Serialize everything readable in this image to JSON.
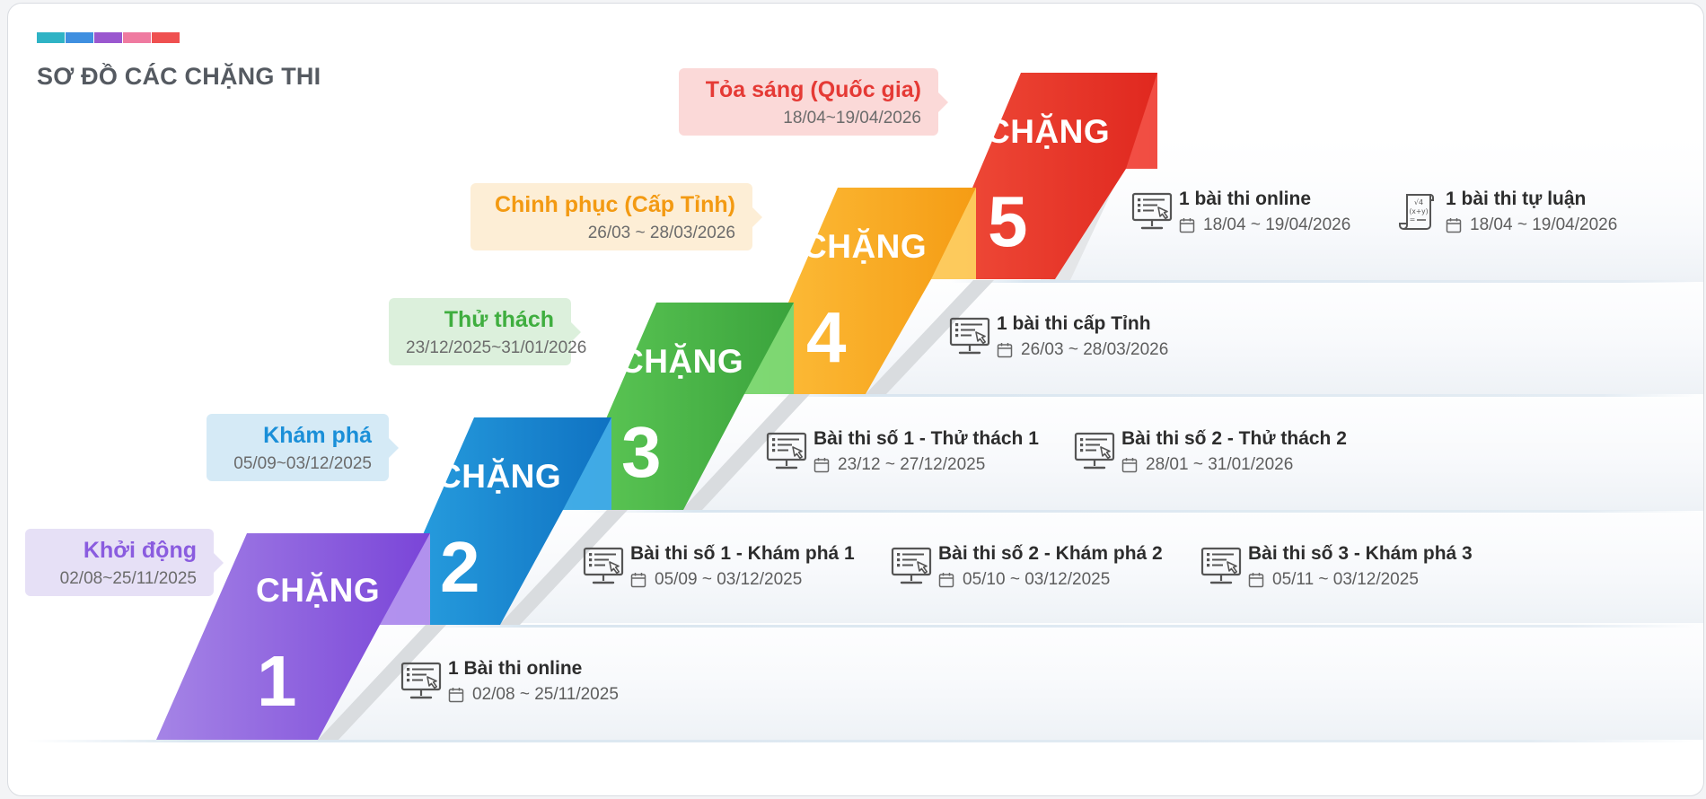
{
  "page_title": "SƠ ĐỒ CÁC CHẶNG THI",
  "colors": {
    "title_bar": [
      "#2fb3c5",
      "#3f8fe0",
      "#9a57cf",
      "#ef7aa0",
      "#ef5050"
    ],
    "stage1": "#8a5cdf",
    "stage2": "#1f88d4",
    "stage3": "#4bb648",
    "stage4": "#f8ac22",
    "stage5": "#ec3830"
  },
  "stages": [
    {
      "word": "CHẶNG",
      "number": "1",
      "callout": {
        "name": "Khởi động",
        "date": "02/08~25/11/2025",
        "name_color": "#8a5cdf",
        "bg": "#e6e0f6"
      },
      "exams": [
        {
          "title": "1 Bài thi online",
          "date": "02/08 ~ 25/11/2025",
          "icon": "computer-icon"
        }
      ]
    },
    {
      "word": "CHẶNG",
      "number": "2",
      "callout": {
        "name": "Khám phá",
        "date": "05/09~03/12/2025",
        "name_color": "#1a8fd8",
        "bg": "#d5eaf6"
      },
      "exams": [
        {
          "title": "Bài thi số 1 - Khám phá 1",
          "date": "05/09 ~ 03/12/2025",
          "icon": "computer-icon"
        },
        {
          "title": "Bài thi số 2 - Khám phá 2",
          "date": "05/10 ~ 03/12/2025",
          "icon": "computer-icon"
        },
        {
          "title": "Bài thi số 3 - Khám phá 3",
          "date": "05/11 ~ 03/12/2025",
          "icon": "computer-icon"
        }
      ]
    },
    {
      "word": "CHẶNG",
      "number": "3",
      "callout": {
        "name": "Thử thách",
        "date": "23/12/2025~31/01/2026",
        "name_color": "#3fae3f",
        "bg": "#dcf0dc"
      },
      "exams": [
        {
          "title": "Bài thi số 1 - Thử thách 1",
          "date": "23/12 ~ 27/12/2025",
          "icon": "computer-icon"
        },
        {
          "title": "Bài thi số 2 - Thử thách 2",
          "date": "28/01 ~ 31/01/2026",
          "icon": "computer-icon"
        }
      ]
    },
    {
      "word": "CHẶNG",
      "number": "4",
      "callout": {
        "name": "Chinh phục (Cấp Tỉnh)",
        "date": "26/03 ~ 28/03/2026",
        "name_color": "#f39a12",
        "bg": "#fdeed6"
      },
      "exams": [
        {
          "title": "1 bài thi cấp Tỉnh",
          "date": "26/03 ~ 28/03/2026",
          "icon": "computer-icon"
        }
      ]
    },
    {
      "word": "CHẶNG",
      "number": "5",
      "callout": {
        "name": "Tỏa sáng (Quốc gia)",
        "date": "18/04~19/04/2026",
        "name_color": "#e53a35",
        "bg": "#fbd9d8"
      },
      "exams": [
        {
          "title": "1 bài thi online",
          "date": "18/04 ~ 19/04/2026",
          "icon": "computer-icon"
        },
        {
          "title": "1 bài thi tự luận",
          "date": "18/04 ~ 19/04/2026",
          "icon": "essay-paper-icon"
        }
      ]
    }
  ],
  "essay_icon_text": [
    "√4",
    "(x+y)",
    "="
  ]
}
